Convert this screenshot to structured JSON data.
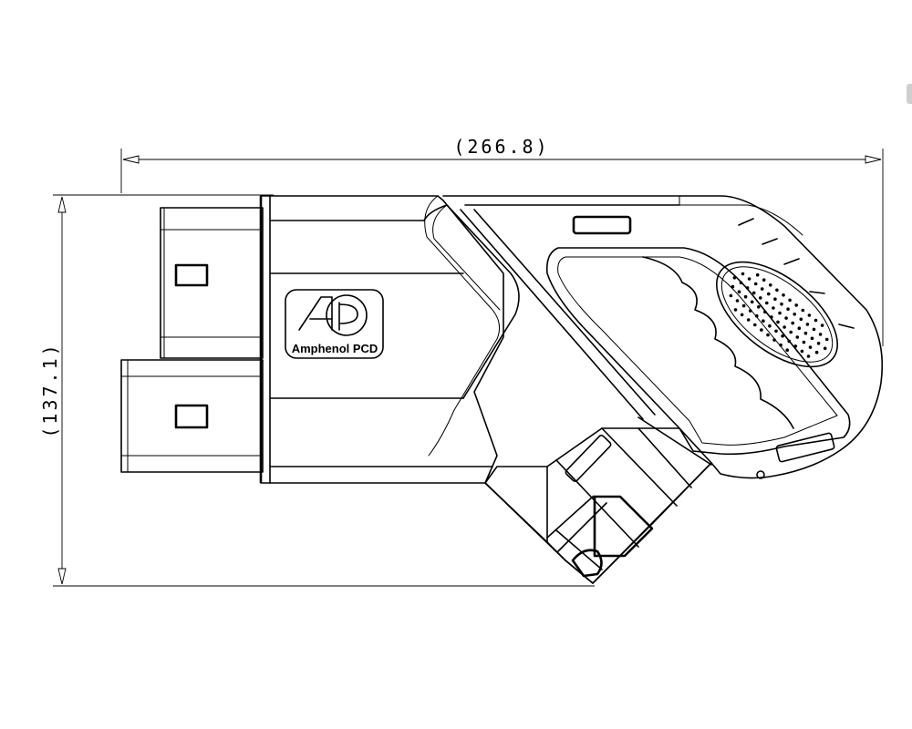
{
  "dimensions": {
    "overall_length": "(266.8)",
    "overall_height": "(137.1)"
  },
  "logo": {
    "mark": "AP",
    "brand_text": "Amphenol PCD"
  },
  "colors": {
    "line": "#000000",
    "background": "#ffffff"
  }
}
